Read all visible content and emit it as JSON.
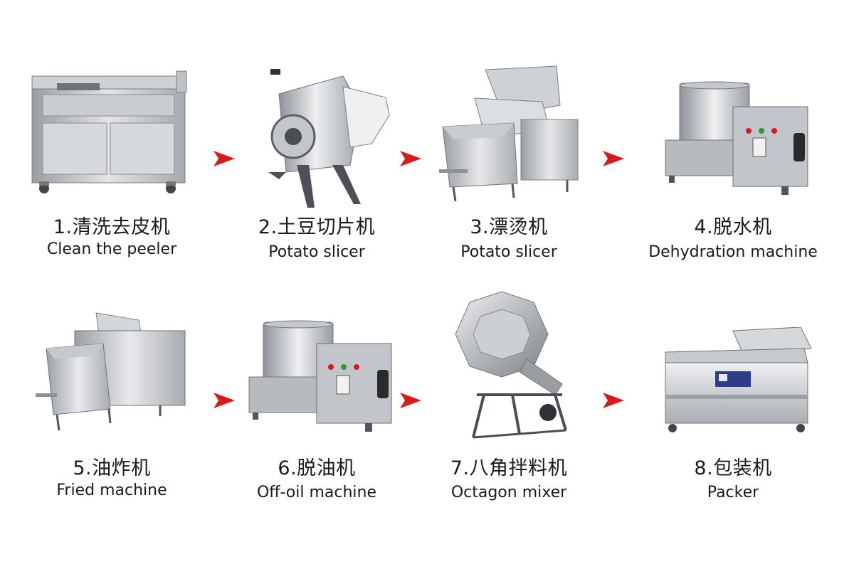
{
  "steps": [
    {
      "cn": "1.清洗去皮机",
      "en": "Clean the peeler",
      "icon": "peeler-icon"
    },
    {
      "cn": "2.土豆切片机",
      "en": "Potato slicer",
      "icon": "slicer-icon"
    },
    {
      "cn": "3.漂烫机",
      "en": "Potato slicer",
      "icon": "blancher-icon"
    },
    {
      "cn": "4.脱水机",
      "en": "Dehydration machine",
      "icon": "dehydrator-icon"
    },
    {
      "cn": "5.油炸机",
      "en": "Fried machine",
      "icon": "fryer-icon"
    },
    {
      "cn": "6.脱油机",
      "en": "Off-oil machine",
      "icon": "deoiler-icon"
    },
    {
      "cn": "7.八角拌料机",
      "en": "Octagon mixer",
      "icon": "octagon-mixer-icon"
    },
    {
      "cn": "8.包装机",
      "en": "Packer",
      "icon": "vacuum-packer-icon"
    }
  ],
  "colors": {
    "arrow": "#d91a1a",
    "steel": "#b9bcc0",
    "steel_dark": "#8d9196",
    "steel_light": "#e4e6e8",
    "frame": "#55585c"
  }
}
